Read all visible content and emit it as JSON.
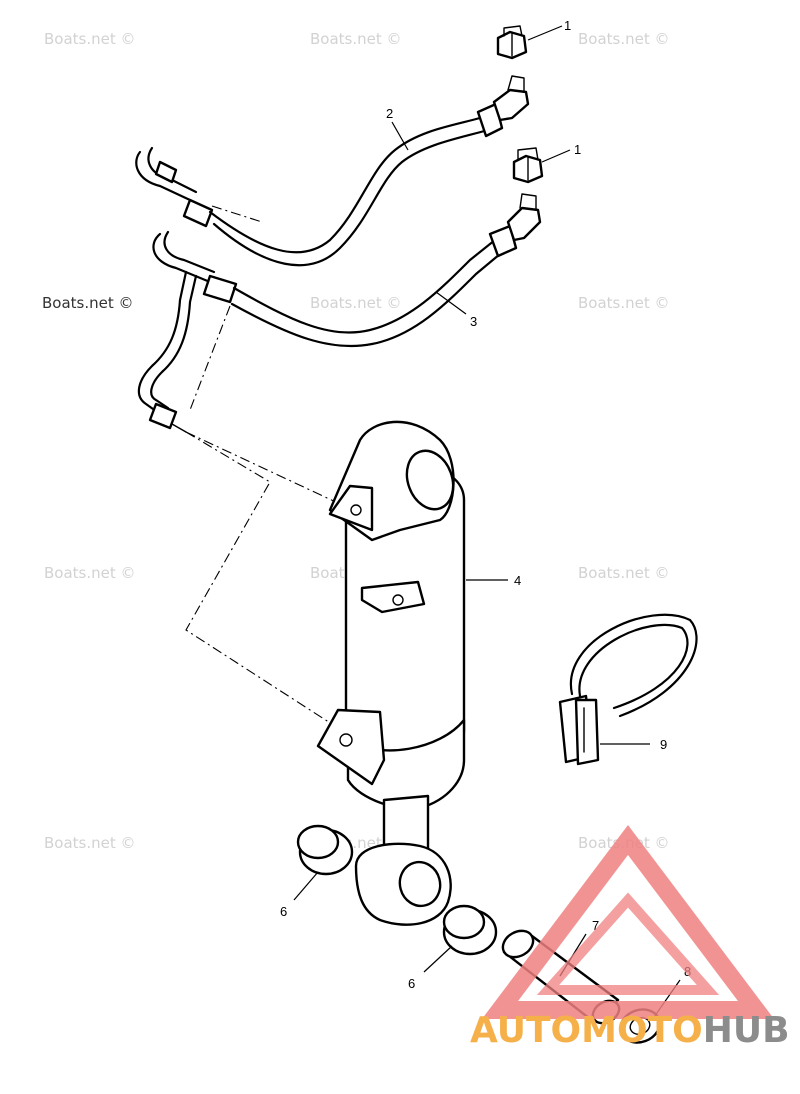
{
  "watermark": {
    "text": "Boats.net ©",
    "text_color": "#d2d2d2",
    "primary_text_color": "#333333"
  },
  "callouts": [
    {
      "id": "c1a",
      "label": "1"
    },
    {
      "id": "c1b",
      "label": "1"
    },
    {
      "id": "c2",
      "label": "2"
    },
    {
      "id": "c3",
      "label": "3"
    },
    {
      "id": "c4",
      "label": "4"
    },
    {
      "id": "c6a",
      "label": "6"
    },
    {
      "id": "c6b",
      "label": "6"
    },
    {
      "id": "c7",
      "label": "7"
    },
    {
      "id": "c8",
      "label": "8"
    },
    {
      "id": "c9",
      "label": "9"
    }
  ],
  "logo": {
    "part1": "AUTOMOTO",
    "part2": "HUB",
    "colors": {
      "triangle": "#f08080",
      "orange": "#f6b04a",
      "gray": "#8c8c8c"
    }
  }
}
